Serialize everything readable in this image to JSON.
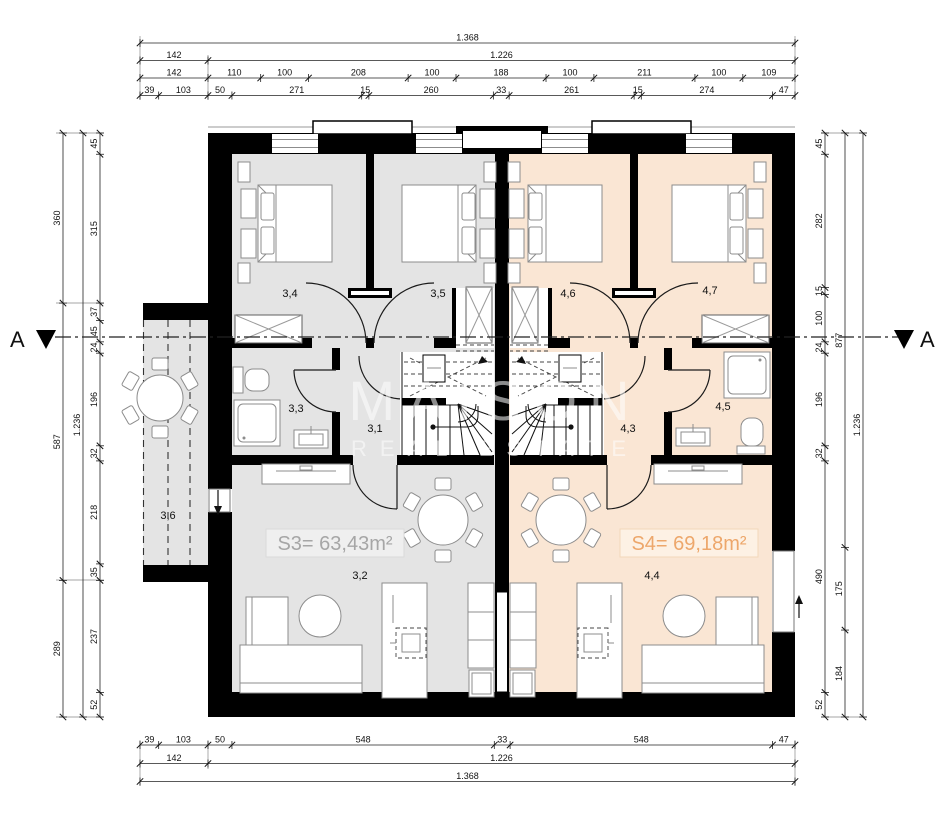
{
  "watermark": {
    "line1": "MAISON",
    "line2": "REAL ESTATE"
  },
  "section": {
    "left": "A",
    "right": "A"
  },
  "rooms": {
    "r34": "3,4",
    "r35": "3,5",
    "r46": "4,6",
    "r47": "4,7",
    "r33": "3,3",
    "r31": "3,1",
    "r43": "4,3",
    "r45": "4,5",
    "r32": "3,2",
    "r44": "4,4",
    "r36": "3,6"
  },
  "areas": {
    "s3": "S3= 63,43m²",
    "s4": "S4= 69,18m²"
  },
  "dimensions": {
    "top": [
      [
        "1.368"
      ],
      [
        "142",
        "1.226"
      ],
      [
        "142",
        "110",
        "100",
        "208",
        "100",
        "188",
        "100",
        "211",
        "100",
        "109"
      ],
      [
        "39",
        "103",
        "50",
        "271",
        "15",
        "260",
        "33",
        "261",
        "15",
        "274",
        "47"
      ]
    ],
    "bottom": [
      [
        "39",
        "103",
        "50",
        "548",
        "33",
        "548",
        "47"
      ],
      [
        "142",
        "1.226"
      ],
      [
        "1.368"
      ]
    ],
    "left": [
      [
        "360",
        "587",
        "289"
      ],
      [
        "1.236"
      ],
      [
        "45",
        "315",
        "37",
        "45",
        "24",
        "196",
        "32",
        "218",
        "35",
        "237",
        "52"
      ]
    ],
    "right": [
      [
        "45",
        "282",
        "15",
        "100",
        "24",
        "196",
        "32",
        "490",
        "52"
      ],
      [
        "877",
        "175",
        "184"
      ],
      [
        "1.236"
      ]
    ]
  },
  "colors": {
    "floor_s3": "#e4e4e4",
    "floor_s4": "#fae6d4",
    "area_s3_text": "#a6a6a6",
    "area_s4_text": "#eda76b",
    "wall": "#000000"
  }
}
